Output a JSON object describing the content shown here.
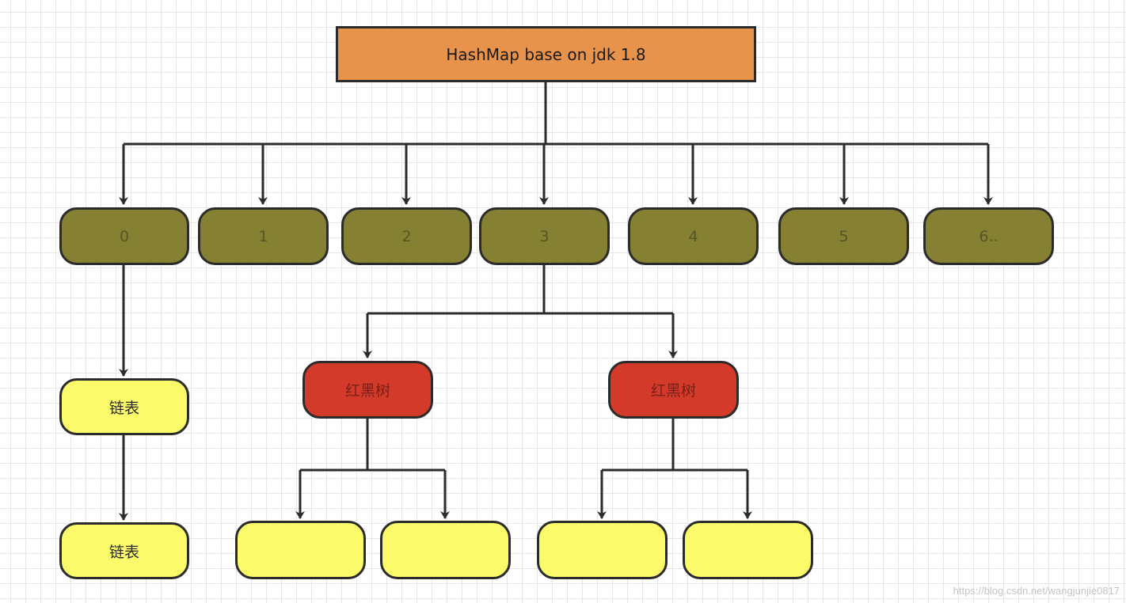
{
  "root": {
    "label": "HashMap base on jdk 1.8"
  },
  "buckets": [
    "0",
    "1",
    "2",
    "3",
    "4",
    "5",
    "6.."
  ],
  "linked_list": [
    "链表",
    "链表"
  ],
  "red_black_tree": [
    "红黑树",
    "红黑树"
  ],
  "tree_leaves": [
    "",
    "",
    "",
    ""
  ],
  "watermark": "https://blog.csdn.net/wangjunjie0817",
  "colors": {
    "root": "#e8934c",
    "bucket": "#858032",
    "red_black_tree": "#d43a2a",
    "leaf": "#fafa6a",
    "stroke": "#2b2b2b"
  }
}
